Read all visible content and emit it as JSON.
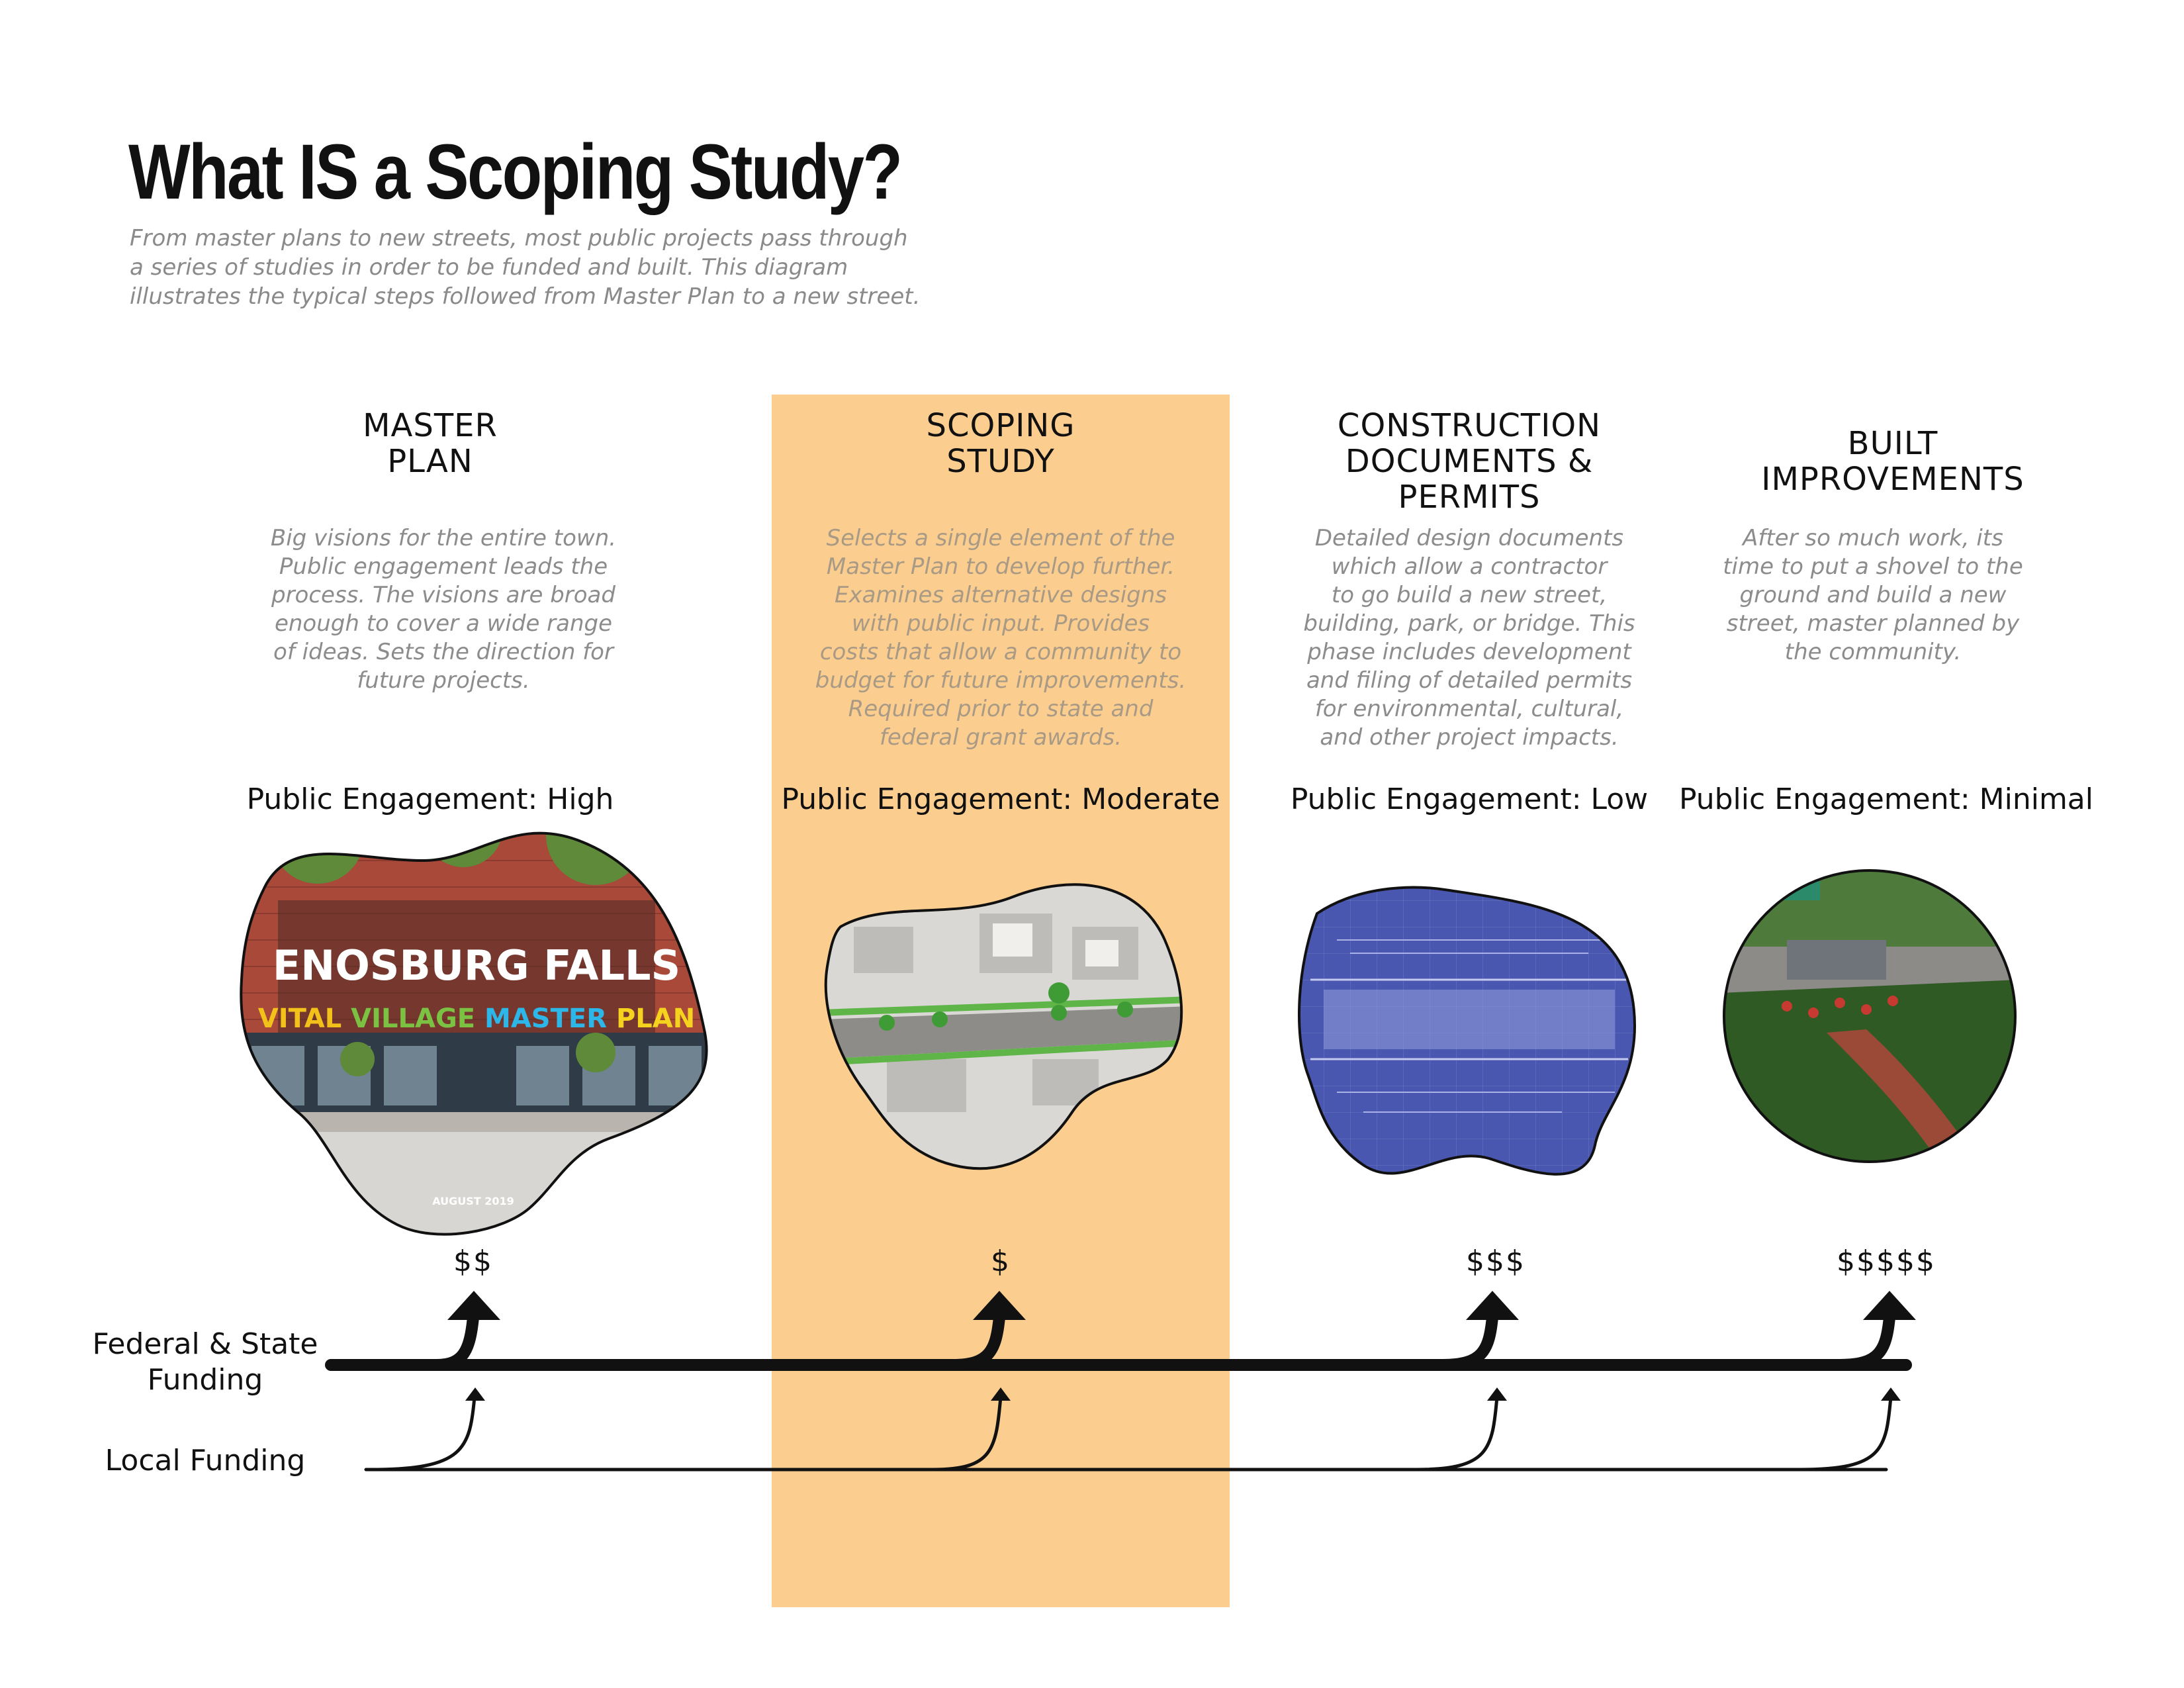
{
  "title": "What IS a Scoping Study?",
  "intro": [
    "From master plans to new streets, most public projects pass through",
    "a series of studies in order to be funded and built.  This diagram",
    "illustrates the typical steps followed from Master Plan to a new street."
  ],
  "stages": [
    {
      "heading": [
        "MASTER",
        "PLAN"
      ],
      "description": [
        "Big visions for the entire town.",
        "Public engagement leads the",
        "process. The visions are broad",
        "enough to cover a wide range",
        "of ideas. Sets the direction for",
        "future projects."
      ],
      "engagement": "Public Engagement: High",
      "cost": "$$"
    },
    {
      "heading": [
        "SCOPING",
        "STUDY"
      ],
      "description": [
        "Selects a single element of the",
        "Master Plan to develop further.",
        "Examines alternative designs",
        "with public input. Provides",
        "costs that allow a community to",
        "budget for future improvements.",
        "Required prior to state and",
        "federal grant awards."
      ],
      "engagement": "Public Engagement: Moderate",
      "cost": "$"
    },
    {
      "heading": [
        "CONSTRUCTION",
        "DOCUMENTS &",
        "PERMITS"
      ],
      "description": [
        "Detailed design documents",
        "which allow a contractor",
        "to go build a new street,",
        "building, park, or bridge. This",
        "phase includes development",
        "and filing of detailed permits",
        "for environmental, cultural,",
        "and other project impacts."
      ],
      "engagement": "Public Engagement: Low",
      "cost": "$$$"
    },
    {
      "heading": [
        "BUILT",
        "IMPROVEMENTS"
      ],
      "description": [
        "After so much work, its",
        "time to put a shovel to the",
        "ground and build a new",
        "street, master planned by",
        "the community."
      ],
      "engagement": "Public Engagement: Minimal",
      "cost": "$$$$$"
    }
  ],
  "funding": {
    "federal_state": [
      "Federal & State",
      "Funding"
    ],
    "local": "Local Funding"
  },
  "master_plan_image": {
    "line1": "ENOSBURG FALLS",
    "words": [
      "VITAL",
      "VILLAGE",
      "MASTER",
      "PLAN"
    ],
    "word_colors": [
      "#f2c21a",
      "#7cc242",
      "#2db6e8",
      "#f5d21e"
    ],
    "date": "AUGUST 2019"
  },
  "colors": {
    "highlight": "#fbcd8f",
    "blueprint": "#4a57b0"
  }
}
